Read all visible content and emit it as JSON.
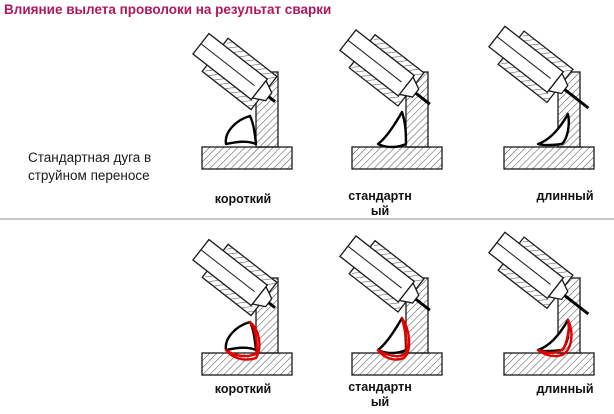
{
  "title": "Влияние вылета проволоки на результат сварки",
  "description": {
    "line1": "Стандартная дуга в",
    "line2": "струйном переносе"
  },
  "rows": [
    {
      "weld_color": "#000000",
      "cells": [
        {
          "label_lines": [
            "короткий"
          ]
        },
        {
          "label_lines": [
            "стандартн",
            "ый"
          ]
        },
        {
          "label_lines": [
            "длинный"
          ]
        }
      ]
    },
    {
      "weld_color": "#e00000",
      "cells": [
        {
          "label_lines": [
            "короткий"
          ]
        },
        {
          "label_lines": [
            "стандартн",
            "ый"
          ]
        },
        {
          "label_lines": [
            "длинный"
          ]
        }
      ]
    }
  ],
  "colors": {
    "title": "#b0175b",
    "line": "#1a1a1a",
    "hatch": "#555555",
    "highlight_weld": "#e00000"
  }
}
